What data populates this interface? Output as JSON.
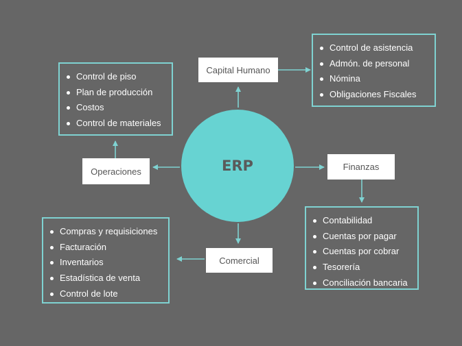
{
  "center": {
    "label": "ERP"
  },
  "colors": {
    "background": "#666666",
    "accent": "#67d3d2",
    "box_border": "#7fd3d2",
    "text_dark": "#555555",
    "text_light": "#ffffff"
  },
  "nodes": {
    "capital_humano": {
      "label": "Capital Humano",
      "items": [
        "Control de asistencia",
        "Admón. de personal",
        "Nómina",
        "Obligaciones Fiscales"
      ]
    },
    "operaciones": {
      "label": "Operaciones",
      "items": [
        "Control de piso",
        "Plan de producción",
        "Costos",
        "Control de materiales"
      ]
    },
    "finanzas": {
      "label": "Finanzas",
      "items": [
        "Contabilidad",
        "Cuentas por pagar",
        "Cuentas por cobrar",
        "Tesorería",
        "Conciliación bancaria"
      ]
    },
    "comercial": {
      "label": "Comercial",
      "items": [
        "Compras y requisiciones",
        "Facturación",
        "Inventarios",
        "Estadística de venta",
        "Control de lote"
      ]
    }
  }
}
